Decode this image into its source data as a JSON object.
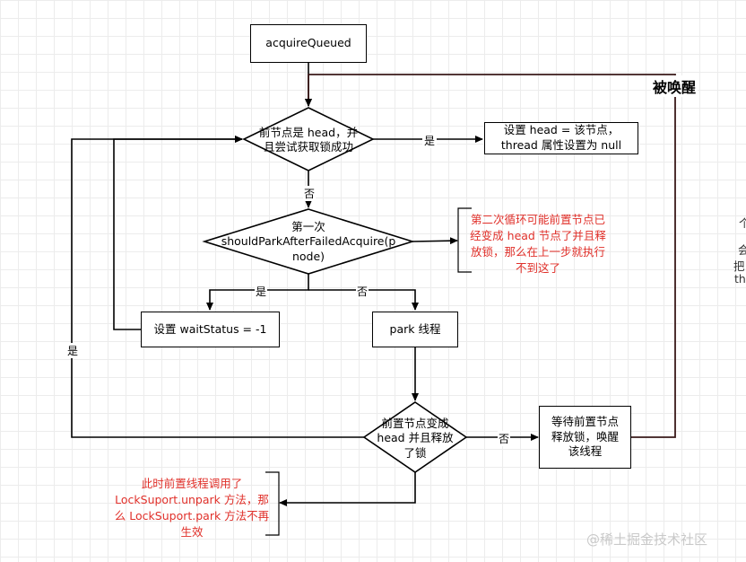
{
  "nodes": {
    "acquire_queued": "acquireQueued",
    "d1_line1": "前节点是 head，并",
    "d1_line2": "且尝试获取锁成功",
    "set_head_line1": "设置 head = 该节点，",
    "set_head_line2": "thread 属性设置为 null",
    "d2_line1": "第一次",
    "d2_line2": "shouldParkAfterFailedAcquire(p",
    "d2_line3": "node)",
    "set_wait": "设置 waitStatus = -1",
    "park": "park 线程",
    "d3_line1": "前置节点变成",
    "d3_line2": "head 并且释放",
    "d3_line3": "了锁",
    "wait_line1": "等待前置节点",
    "wait_line2": "释放锁，唤醒",
    "wait_line3": "该线程"
  },
  "edges": {
    "yes1": "是",
    "no1": "否",
    "yes2": "是",
    "no2": "否",
    "no3": "否",
    "yes_loop": "是",
    "woken": "被唤醒"
  },
  "notes": {
    "second_loop": [
      "第二次循环可能前置节点已",
      "经变成 head 节点了并且释",
      "放锁，那么在上一步就执行",
      "不到这了"
    ],
    "unpark": [
      "此时前置线程调用了",
      "LockSuport.unpark 方法，那",
      "么 LockSuport.park 方法不再",
      "生效"
    ]
  },
  "edge_clipped": [
    "个",
    "会",
    "把",
    "th"
  ],
  "watermark": "@稀土掘金技术社区"
}
